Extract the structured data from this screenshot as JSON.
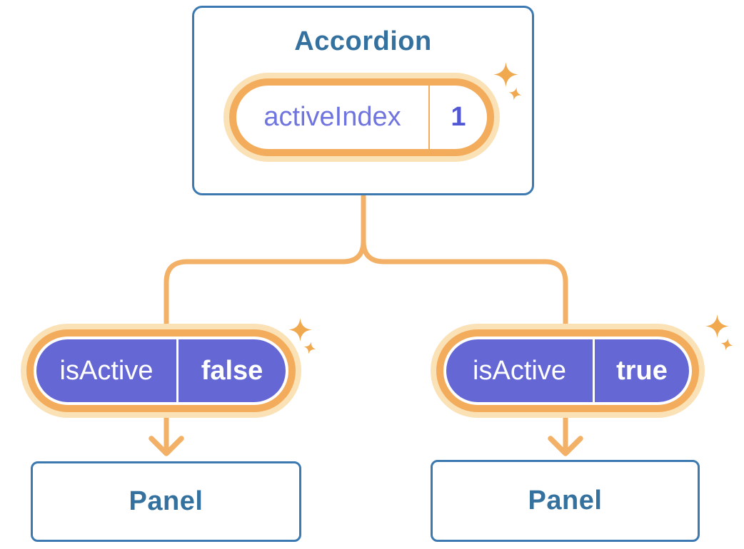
{
  "colors": {
    "blue-border": "#3C79B0",
    "blue-text": "#35719F",
    "orange": "#F3AC5B",
    "orange-light": "#FBE1B6",
    "orange-line": "#F2B166",
    "orange-deep": "#F0A94F",
    "purple": "#6568D4",
    "purple-text": "#6F74DF",
    "purple-value": "#5258D4",
    "canvas-bg": "#FFFFFF"
  },
  "accordion": {
    "title": "Accordion",
    "state": {
      "label": "activeIndex",
      "value": "1"
    }
  },
  "branches": [
    {
      "prop": {
        "label": "isActive",
        "value": "false"
      },
      "panel": {
        "title": "Panel"
      }
    },
    {
      "prop": {
        "label": "isActive",
        "value": "true"
      },
      "panel": {
        "title": "Panel"
      }
    }
  ],
  "icons": {
    "sparkle": "✦",
    "arrow_down": "↓"
  }
}
